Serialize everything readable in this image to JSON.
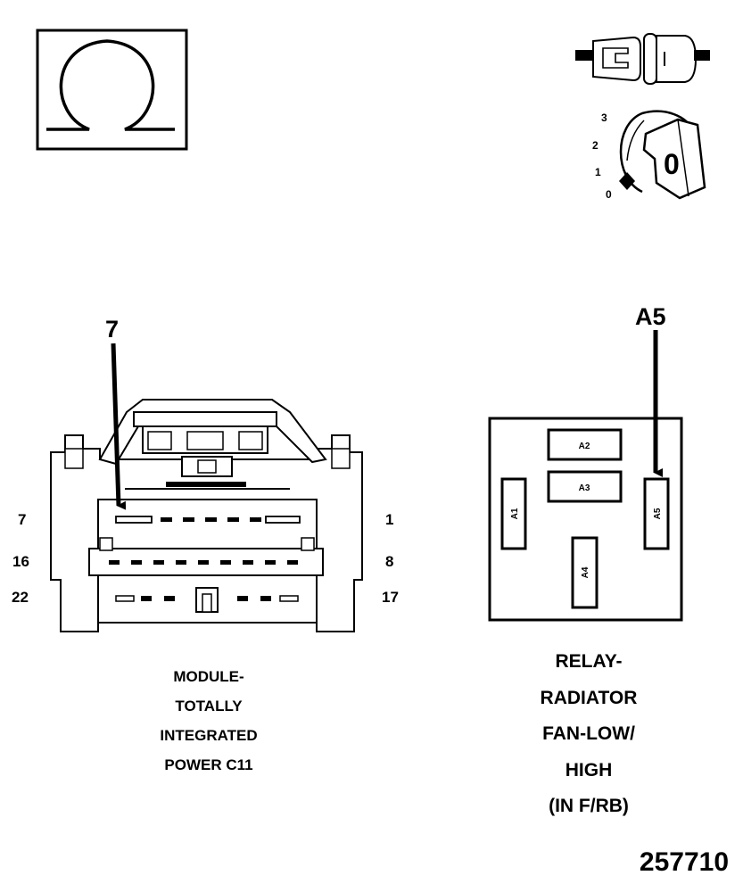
{
  "ohm_symbol": "Ω",
  "ignition": {
    "positions": [
      "3",
      "2",
      "1",
      "0"
    ],
    "key_label": "0"
  },
  "module_connector": {
    "callout_pin": "7",
    "pin_labels": {
      "row1_left": "7",
      "row1_right": "1",
      "row2_left": "16",
      "row2_right": "8",
      "row3_left": "22",
      "row3_right": "17"
    },
    "caption_lines": [
      "MODULE-",
      "TOTALLY",
      "INTEGRATED",
      "POWER C11"
    ]
  },
  "relay": {
    "callout_pin": "A5",
    "terminals": [
      "A1",
      "A2",
      "A3",
      "A4",
      "A5"
    ],
    "caption_lines": [
      "RELAY-",
      "RADIATOR",
      "FAN-LOW/",
      "HIGH",
      "(IN F/RB)"
    ]
  },
  "document_number": "257710",
  "colors": {
    "ink": "#000000",
    "paper": "#ffffff"
  }
}
